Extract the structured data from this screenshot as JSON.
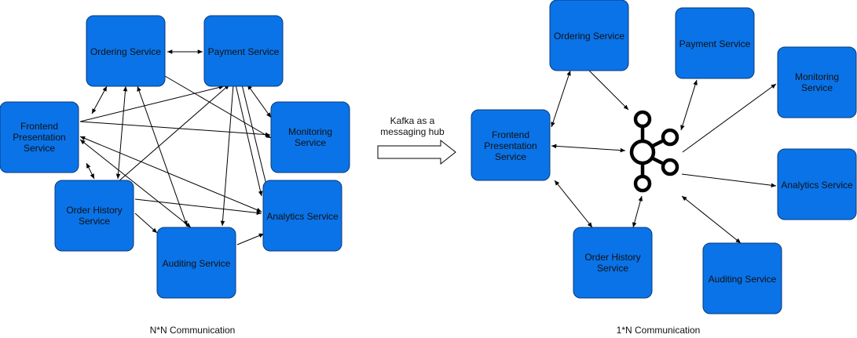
{
  "left_diagram": {
    "caption": "N*N Communication",
    "nodes": {
      "ordering": [
        "Ordering Service"
      ],
      "payment": [
        "Payment Service"
      ],
      "frontend": [
        "Frontend",
        "Presentation",
        "Service"
      ],
      "monitoring": [
        "Monitoring",
        "Service"
      ],
      "order_history": [
        "Order History",
        "Service"
      ],
      "analytics": [
        "Analytics Service"
      ],
      "auditing": [
        "Auditing Service"
      ]
    }
  },
  "hub_arrow": {
    "label": [
      "Kafka as a",
      "messaging hub"
    ]
  },
  "right_diagram": {
    "caption": "1*N Communication",
    "hub_icon": "kafka-logo-icon",
    "nodes": {
      "ordering": [
        "Ordering Service"
      ],
      "payment": [
        "Payment Service"
      ],
      "frontend": [
        "Frontend",
        "Presentation",
        "Service"
      ],
      "monitoring": [
        "Monitoring",
        "Service"
      ],
      "analytics": [
        "Analytics Service"
      ],
      "order_history": [
        "Order History",
        "Service"
      ],
      "auditing": [
        "Auditing Service"
      ]
    }
  },
  "colors": {
    "node_fill": "#0a73e8",
    "node_stroke": "#0b3a78",
    "edge": "#000000"
  }
}
